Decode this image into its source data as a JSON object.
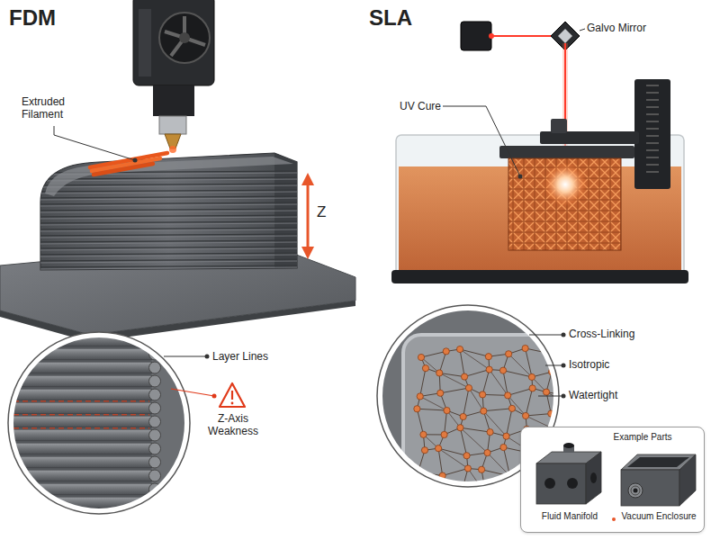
{
  "diagram": {
    "nodes": [
      {
        "text": [
          "Example Parts"
        ]
      },
      {
        "text": [
          "Fluid Manifold"
        ],
        "in": 0
      },
      {
        "text": [
          "Vacuum Enclosure"
        ],
        "in": 0
      }
    ],
    "labels": [
      "FDM",
      "SLA",
      "Extruded Filament",
      "Z",
      "Layer Lines",
      "Z-Axis Weakness",
      "Galvo Mirror",
      "UV Cure",
      "Cross-Linking",
      "Isotropic",
      "Watertight"
    ]
  }
}
